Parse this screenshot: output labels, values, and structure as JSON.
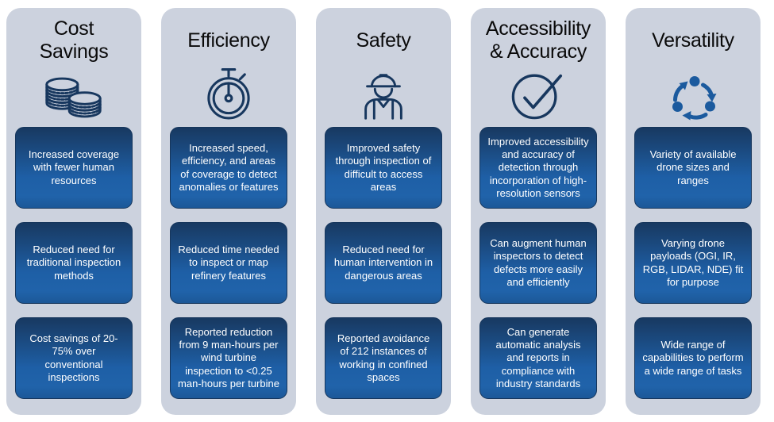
{
  "colors": {
    "page_bg": "#FFFFFF",
    "card_bg": "#CCD2DE",
    "box_gradient_top": "#183961",
    "box_gradient_bottom": "#2063AA",
    "box_text": "#FFFFFF",
    "title_text": "#0A0A0A",
    "icon_navy": "#17375E",
    "icon_blue": "#1B5A9E"
  },
  "columns": [
    {
      "title": "Cost\nSavings",
      "icon": "coins-icon",
      "items": [
        "Increased coverage with fewer human resources",
        "Reduced need for traditional inspection methods",
        "Cost savings of 20-75% over conventional inspections"
      ]
    },
    {
      "title": "Efficiency",
      "icon": "stopwatch-icon",
      "items": [
        "Increased speed, efficiency, and areas of coverage to detect anomalies or features",
        "Reduced time needed to inspect or map refinery features",
        "Reported reduction from 9 man-hours per wind turbine inspection to <0.25 man-hours per turbine"
      ]
    },
    {
      "title": "Safety",
      "icon": "safety-worker-icon",
      "items": [
        "Improved safety through inspection of difficult to access areas",
        "Reduced need for human intervention in dangerous areas",
        "Reported avoidance of 212 instances of working in confined spaces"
      ]
    },
    {
      "title": "Accessibility\n& Accuracy",
      "icon": "check-circle-icon",
      "items": [
        "Improved accessibility and accuracy of detection through incorporation of high-resolution sensors",
        "Can augment human inspectors to detect defects more easily and efficiently",
        "Can generate automatic analysis and reports in compliance with industry standards"
      ]
    },
    {
      "title": "Versatility",
      "icon": "cycle-arrows-icon",
      "items": [
        "Variety of available drone sizes and ranges",
        "Varying drone payloads (OGI, IR, RGB, LIDAR, NDE) fit for purpose",
        "Wide range of capabilities to perform a wide range of tasks"
      ]
    }
  ]
}
